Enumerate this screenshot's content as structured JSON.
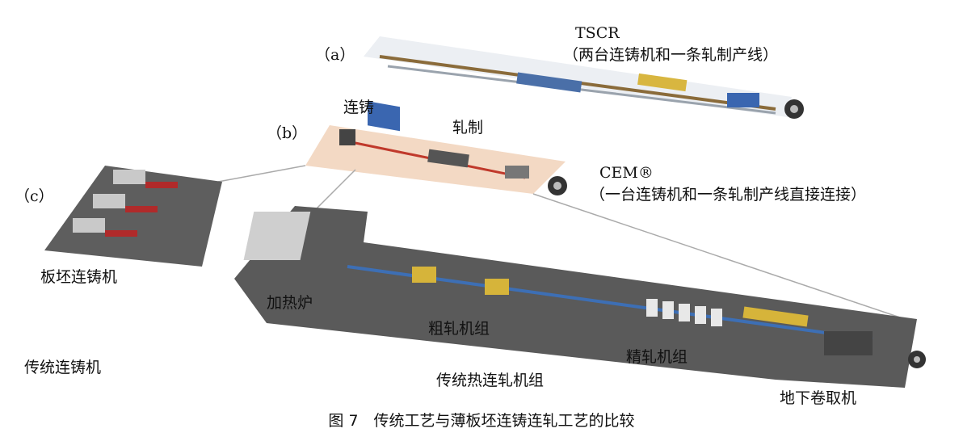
{
  "panel_a": {
    "tag": "（a）",
    "title": "TSCR",
    "subtitle": "（两台连铸机和一条轧制产线）"
  },
  "panel_b": {
    "tag": "（b）",
    "casting": "连铸",
    "rolling": "轧制",
    "title": "CEM®",
    "subtitle": "（一台连铸机和一条轧制产线直接连接）"
  },
  "panel_c": {
    "tag": "（c）",
    "slab_caster": "板坯连铸机",
    "conventional_caster": "传统连铸机",
    "furnace": "加热炉",
    "roughing": "粗轧机组",
    "conventional_mill": "传统热连轧机组",
    "finishing": "精轧机组",
    "coiler": "地下卷取机"
  },
  "caption": "图 7　传统工艺与薄板坯连铸连轧工艺的比较",
  "colors": {
    "floor": "#5a5a5a",
    "cem_bg": "#f3d9c4",
    "equipment_blue": "#2f5fa8",
    "strip": "#c0392b"
  }
}
